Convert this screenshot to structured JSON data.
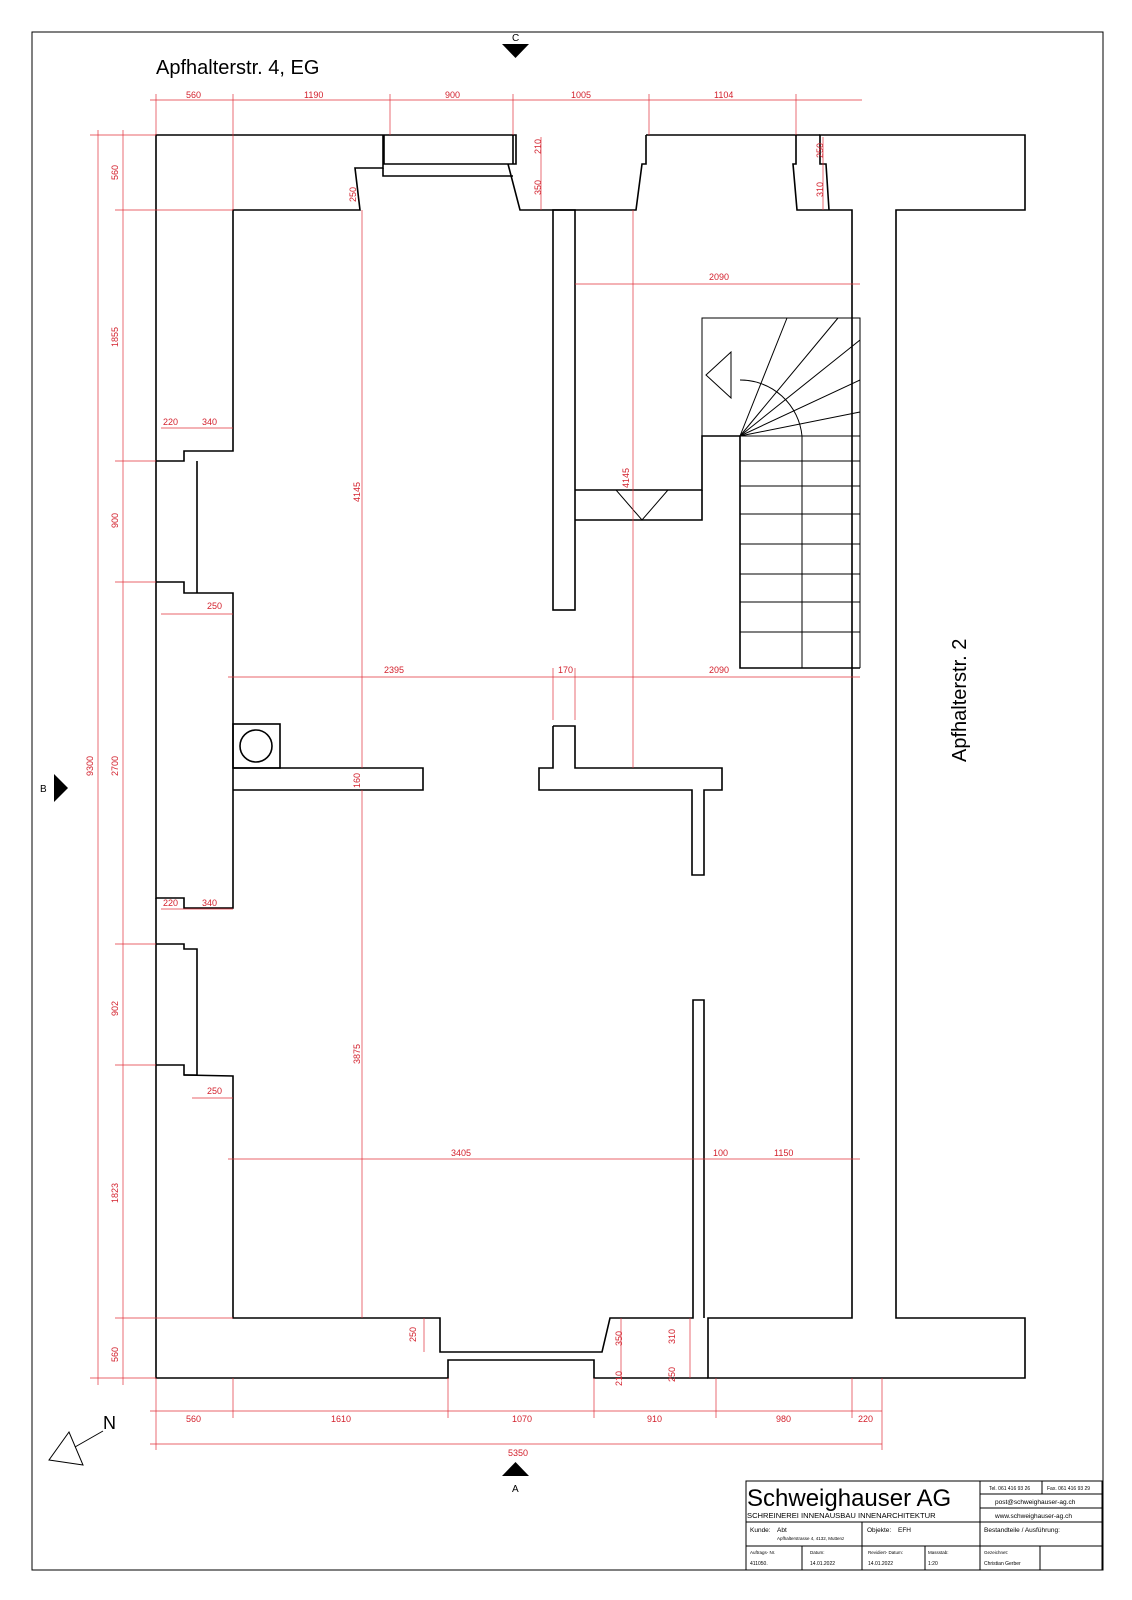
{
  "title": "Apfhalterstr. 4, EG",
  "street_label": "Apfhalterstr. 2",
  "section_marks": {
    "top": "C",
    "left": "B",
    "bottom": "A"
  },
  "north_label": "N",
  "dims_top": [
    "560",
    "1190",
    "900",
    "1005",
    "1104"
  ],
  "dims_bottom": [
    "560",
    "1610",
    "1070",
    "910",
    "980",
    "220"
  ],
  "dim_total_width": "5350",
  "dims_left_outer": [
    "560",
    "1855",
    "900",
    "2700",
    "902",
    "1823",
    "560"
  ],
  "dim_total_height": "9300",
  "dims_interior": {
    "window_top_left_depth": "250",
    "window_top_mid_210": "210",
    "window_top_mid_350": "350",
    "window_top_right_250": "250",
    "window_top_right_310": "310",
    "stair_width_top": "2090",
    "stair_width_mid": "2090",
    "niche_220_a": "220",
    "niche_340_a": "340",
    "niche_250_a": "250",
    "niche_220_b": "220",
    "niche_340_b": "340",
    "niche_250_b": "250",
    "room_width_upper": "2395",
    "opening_170": "170",
    "height_upper_left": "4145",
    "height_upper_mid": "4145",
    "wall_160": "160",
    "height_lower": "3875",
    "room_width_lower": "3405",
    "wall_100": "100",
    "corridor_1150": "1150",
    "bottom_window_250": "250",
    "bottom_window_350": "350",
    "bottom_window_210": "210",
    "bottom_window_310": "310",
    "bottom_window_250b": "250"
  },
  "titleblock": {
    "company": "Schweighauser AG",
    "subtitle": "SCHREINEREI  INNENAUSBAU  INNENARCHITEKTUR",
    "tel": "Tel. 061 416 93 26",
    "fax": "Fax. 061 416 93 29",
    "email": "post@schweighauser-ag.ch",
    "web": "www.schweighauser-ag.ch",
    "kunde_label": "Kunde:",
    "kunde": "Abt",
    "address": "Apfhalterstrasse 4, 4132, Muttenz",
    "objekt_label": "Objekte:",
    "objekt": "EFH",
    "bestandteile": "Bestandteile / Ausführung:",
    "auftrag_label": "Auftrags- Nr.",
    "auftrag": "411050.",
    "datum_label": "Datum:",
    "datum": "14.01.2022",
    "revision_label": "Revidiert- Datum:",
    "revision": "14.01.2022",
    "massstab_label": "Massstab:",
    "massstab": "1:20",
    "gezeichnet_label": "Gezeichnet:",
    "gezeichnet": "Christian Gerber"
  }
}
